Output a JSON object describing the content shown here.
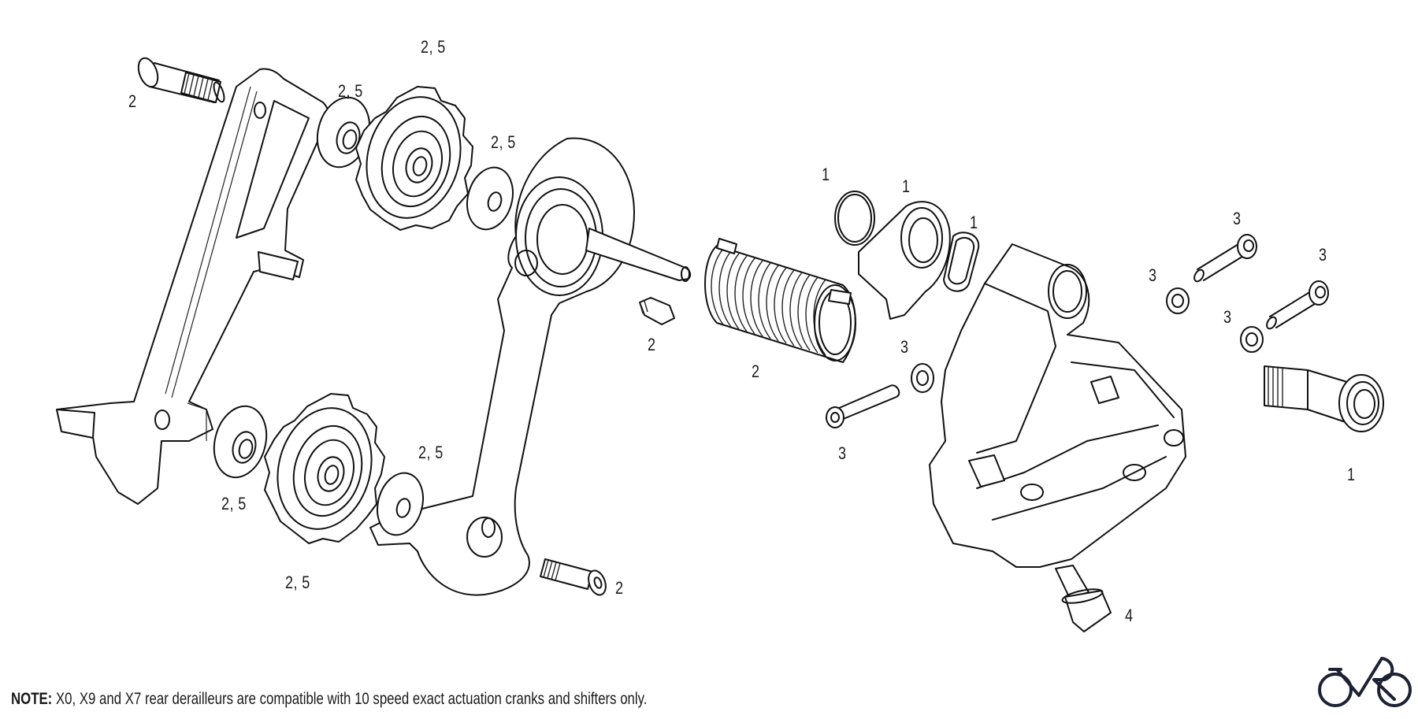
{
  "diagram": {
    "title": "Rear derailleur exploded view",
    "callouts": [
      {
        "id": "bolt-top-left",
        "label": "2"
      },
      {
        "id": "upper-pulley",
        "label": "2, 5"
      },
      {
        "id": "upper-pulley-washer-left",
        "label": "2, 5"
      },
      {
        "id": "upper-pulley-washer-right",
        "label": "2, 5"
      },
      {
        "id": "lower-pulley-washer-left",
        "label": "2, 5"
      },
      {
        "id": "lower-pulley",
        "label": "2, 5"
      },
      {
        "id": "lower-pulley-washer-right",
        "label": "2, 5"
      },
      {
        "id": "bolt-bottom",
        "label": "2"
      },
      {
        "id": "limit-screw",
        "label": "2"
      },
      {
        "id": "spring",
        "label": "2"
      },
      {
        "id": "snap-ring",
        "label": "1"
      },
      {
        "id": "b-tension-plate",
        "label": "1"
      },
      {
        "id": "o-ring",
        "label": "1"
      },
      {
        "id": "mount-bolt",
        "label": "1"
      },
      {
        "id": "body-bolt-center-washer",
        "label": "3"
      },
      {
        "id": "body-bolt-center",
        "label": "3"
      },
      {
        "id": "right-bolt-upper",
        "label": "3"
      },
      {
        "id": "right-washer-upper",
        "label": "3"
      },
      {
        "id": "right-bolt-lower",
        "label": "3"
      },
      {
        "id": "right-washer-lower",
        "label": "3"
      },
      {
        "id": "cable-bolt",
        "label": "4"
      }
    ]
  },
  "note": {
    "label": "NOTE:",
    "text": "X0, X9 and X7 rear derailleurs are compatible with 10 speed exact actuation cranks and shifters only."
  },
  "logo": {
    "icon": "bicycle-logo-icon",
    "color": "#1c2233"
  }
}
